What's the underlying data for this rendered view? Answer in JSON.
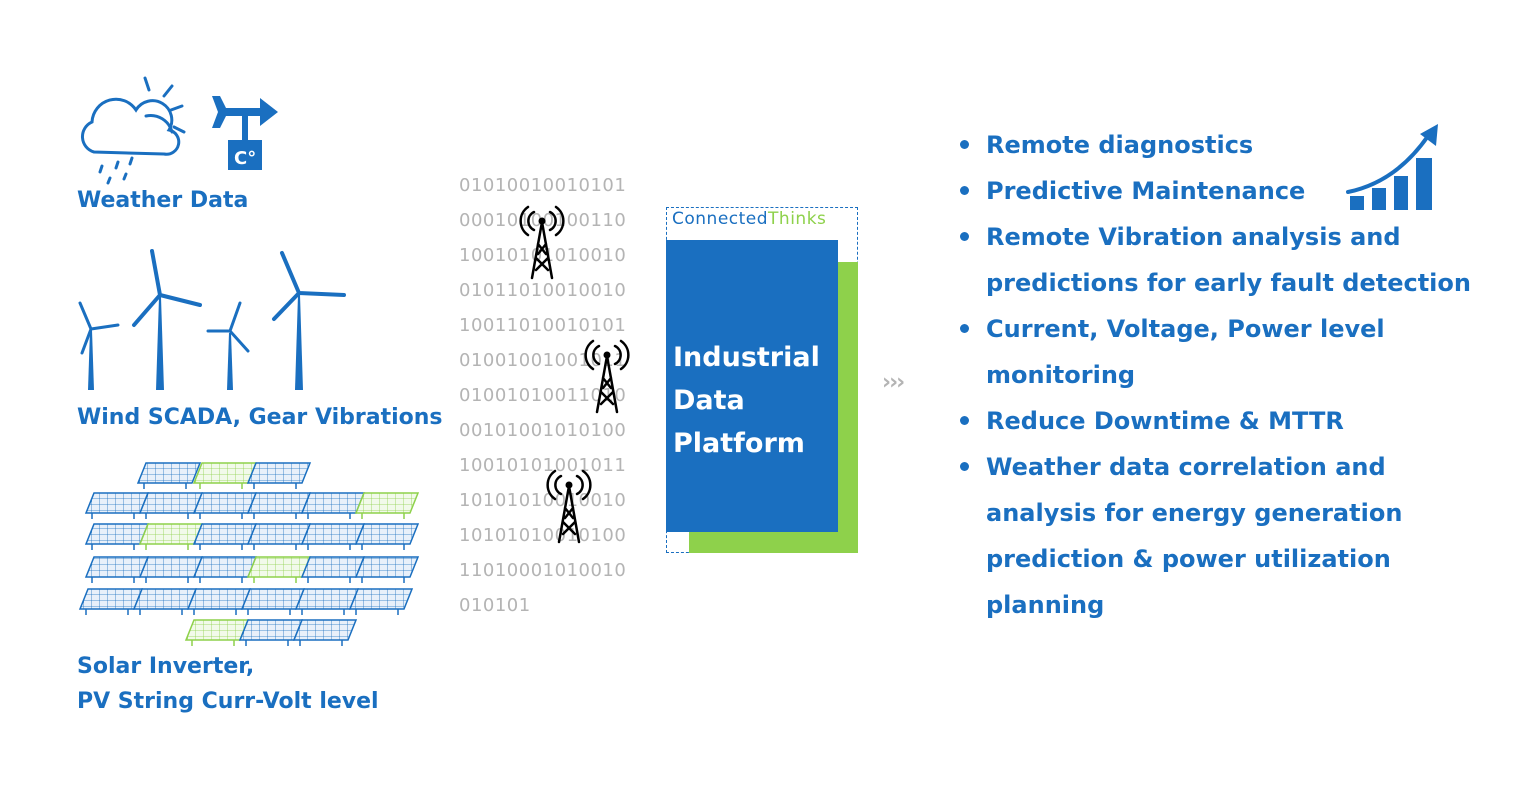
{
  "sources": [
    {
      "label": "Weather Data"
    },
    {
      "label": "Wind SCADA, Gear Vibrations"
    },
    {
      "label_line1": "Solar Inverter,",
      "label_line2": "PV String Curr-Volt  level"
    }
  ],
  "weather_icon_text": "C°",
  "binary_lines": [
    "01010010010101",
    "00010100100110",
    "10010101010010",
    "01011010010010",
    "10011010010101",
    "01001001001011",
    "01001010011010",
    "00101001010100",
    "10010101001011",
    "10101010010010",
    "10101010010100",
    "11010001010010",
    "010101"
  ],
  "platform": {
    "brand_part1": "Connected",
    "brand_part2": "Thinks",
    "title_lines": [
      "Industrial",
      "Data",
      "Platform"
    ]
  },
  "arrow": "›››",
  "benefits": [
    {
      "lines": [
        "Remote diagnostics"
      ]
    },
    {
      "lines": [
        "Predictive Maintenance"
      ]
    },
    {
      "lines": [
        "Remote Vibration analysis and",
        "predictions for early fault detection"
      ]
    },
    {
      "lines": [
        "Current, Voltage, Power level",
        "monitoring"
      ]
    },
    {
      "lines": [
        "Reduce Downtime & MTTR"
      ]
    },
    {
      "lines": [
        "Weather data correlation and",
        "analysis for energy generation",
        "prediction & power utilization",
        "planning"
      ]
    }
  ],
  "icons": {
    "weather": "cloud-sun-rain-icon",
    "vane": "weather-vane-icon",
    "wind": "wind-turbine-icon",
    "solar": "solar-panel-icon",
    "antenna": "antenna-tower-icon",
    "growth": "growth-chart-icon"
  },
  "colors": {
    "primary": "#1a6fc0",
    "accent": "#8ed14b",
    "muted": "#b4b4b4"
  }
}
